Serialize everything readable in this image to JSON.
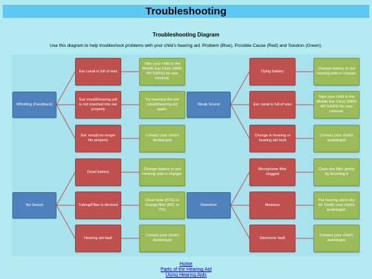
{
  "page": {
    "banner_title": "Troubleshooting",
    "diagram_title": "Troubleshooting Diagram",
    "description": "Use this diagram to help troubleshoot problems with your child's hearing aid. Problem (Blue), Possible Cause (Red) and Solution (Green)."
  },
  "colors": {
    "problem": "#4f81bd",
    "cause": "#c0504d",
    "solution": "#9bbb59",
    "connector": "#c0504d",
    "banner": "#5ec8f4",
    "background": "#b3ecf0"
  },
  "diagram": {
    "whistling": {
      "problem": "Whistling (Feedback)",
      "c1": "Ear canal is full of wax",
      "s1": "Take your child to the Mobile Ear Clinic (0800 MY EARS) for wax removal.",
      "c2": "Ear mould/hearing aid is not inserted into ear properly",
      "s2": "Try inserting the ear mould/hearing aid again.",
      "c3": "Ear mould no longer fits properly",
      "s3": "Contact your child's Audiologist"
    },
    "weak_sound": {
      "problem": "Weak Sound",
      "c1": "Dying battery",
      "s1": "Change battery or put hearing aids in charger",
      "c2": "Ear canal is full of wax",
      "s2": "Take your child to the Mobile Ear Clinic (0800 MY EARS) for wax removal.",
      "c3": "Change in hearing or hearing aid fault",
      "s3": "Contact your child's audiologist"
    },
    "no_sound": {
      "problem": "No Sound",
      "c1": "Dead battery",
      "s1": "Change battery or put hearing aids in charger",
      "c2": "Tubing/Filter is blocked",
      "s2": "Clean tube (BTE) or change filter (RIC or ITE)",
      "c3": "Hearing aid fault",
      "s3": "Contact your child's Audiologist"
    },
    "distortion": {
      "problem": "Distortion",
      "c1": "Microphone filter clogged",
      "s1": "Clean the filter gently by brushing it",
      "c2": "Moisture",
      "s2": "Put hearing aid in dry kit. Notify your child's audiologist.",
      "c3": "Electronic fault",
      "s3": "Contact your child's audiologist"
    }
  },
  "links": {
    "home": "Home",
    "parts": "Parts of the Hearing Aid",
    "using": "Using Hearing Aids"
  }
}
